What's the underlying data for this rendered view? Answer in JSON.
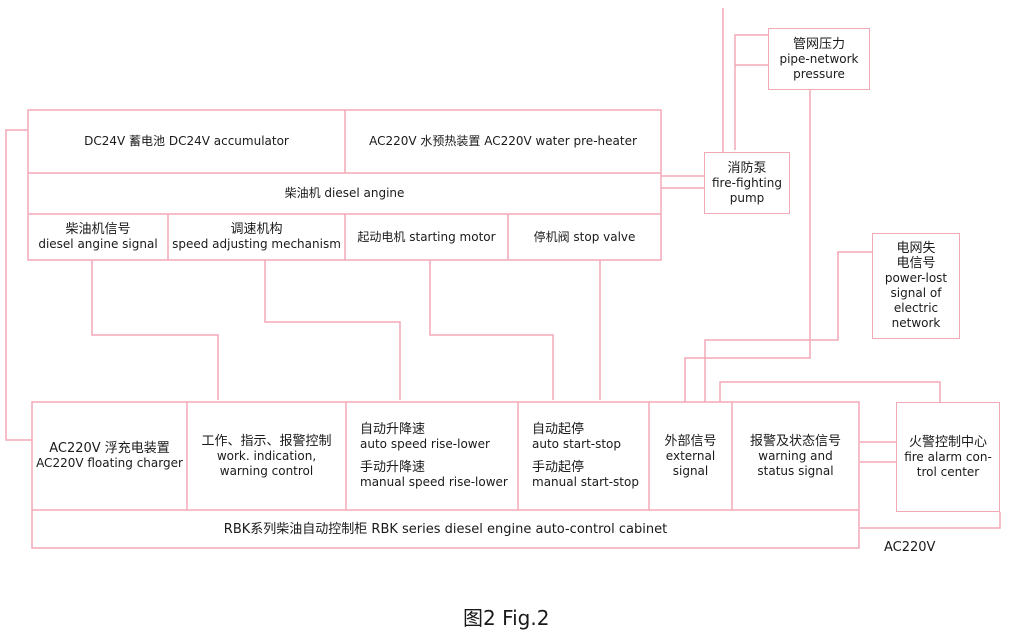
{
  "top": {
    "accumulator": "DC24V 蓄电池 DC24V accumulator",
    "preheater": "AC220V 水预热装置 AC220V water pre-heater",
    "engine": "柴油机 diesel angine",
    "engine_signal": [
      "柴油机信号",
      "diesel angine signal"
    ],
    "speed_adjusting": [
      "调速机构",
      "speed adjusting mechanism"
    ],
    "starting_motor": "起动电机 starting motor",
    "stop_valve": "停机阀 stop valve"
  },
  "pump": [
    "消防泵",
    "fire-fighting",
    "pump"
  ],
  "pressure": [
    "管网压力",
    "pipe-network",
    "pressure"
  ],
  "power_lost": [
    "电网失",
    "电信号",
    "power-lost",
    "signal of",
    "electric",
    "network"
  ],
  "cabinet": {
    "charger": [
      "AC220V 浮充电装置",
      "AC220V floating charger"
    ],
    "work": [
      "工作、指示、报警控制",
      "work. indication,",
      "warning control"
    ],
    "speed_ctrl": [
      "自动升降速",
      "auto speed rise-lower",
      "手动升降速",
      "manual speed rise-lower"
    ],
    "start_stop": [
      "自动起停",
      "auto start-stop",
      "手动起停",
      "manual start-stop"
    ],
    "external": [
      "外部信号",
      "external",
      "signal"
    ],
    "warning": [
      "报警及状态信号",
      "warning and",
      "status signal"
    ],
    "label": "RBK系列柴油自动控制柜  RBK series diesel engine auto-control cabinet"
  },
  "fire_center": [
    "火警控制中心",
    "fire alarm con-",
    "trol center"
  ],
  "ac_label": "AC220V",
  "caption": "图2 Fig.2",
  "colors": {
    "line": "#f2a9b6",
    "text": "#1a1a1a"
  }
}
